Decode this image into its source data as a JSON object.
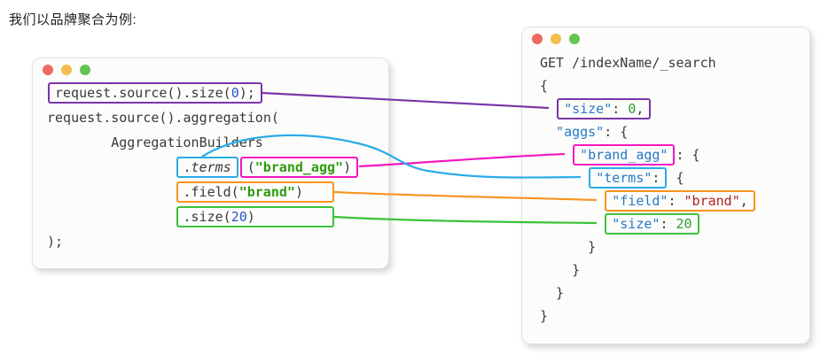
{
  "title": "我们以品牌聚合为例:",
  "colors": {
    "purple": "#7a35a8",
    "magenta": "#f316c1",
    "blue": "#2aabe8",
    "orange": "#f7941e",
    "green": "#3cc23c",
    "traffic_red": "#ee6a5f",
    "traffic_yellow": "#f5bd4f",
    "traffic_green": "#62c554"
  },
  "token_styles": {
    "p": {
      "color": "#3a3a3a"
    },
    "n": {
      "color": "#2a56c6"
    },
    "s": {
      "color": "#2e9b0f",
      "bold": true
    },
    "i": {
      "color": "#3a3a3a",
      "italic": true
    },
    "k": {
      "color": "#2779c7"
    },
    "jn": {
      "color": "#2e9b33"
    },
    "js": {
      "color": "#b22222"
    }
  },
  "left_window": {
    "name": "java-aggregation-code",
    "lines": [
      {
        "chunks": [
          {
            "box": "purple",
            "parts": [
              {
                "t": "request.source().size(",
                "s": "p"
              },
              {
                "t": "0",
                "s": "n"
              },
              {
                "t": ");",
                "s": "p"
              }
            ]
          }
        ]
      },
      {
        "chunks": [
          {
            "parts": [
              {
                "t": "request.source().aggregation(",
                "s": "p"
              }
            ]
          }
        ]
      },
      {
        "chunks": [
          {
            "parts": [
              {
                "t": "        AggregationBuilders",
                "s": "p"
              }
            ]
          }
        ]
      },
      {
        "chunks": [
          {
            "parts": [
              {
                "t": "                ",
                "s": "p"
              }
            ]
          },
          {
            "box": "blue",
            "parts": [
              {
                "t": ".",
                "s": "p"
              },
              {
                "t": "terms",
                "s": "i"
              }
            ]
          },
          {
            "box": "magenta",
            "parts": [
              {
                "t": "(",
                "s": "p"
              },
              {
                "t": "\"brand_agg\"",
                "s": "s"
              },
              {
                "t": ")",
                "s": "p"
              }
            ]
          }
        ]
      },
      {
        "chunks": [
          {
            "parts": [
              {
                "t": "                ",
                "s": "p"
              }
            ]
          },
          {
            "box": "orange",
            "parts": [
              {
                "t": ".field(",
                "s": "p"
              },
              {
                "t": "\"brand\"",
                "s": "s"
              },
              {
                "t": ")",
                "s": "p"
              }
            ]
          }
        ]
      },
      {
        "chunks": [
          {
            "parts": [
              {
                "t": "                ",
                "s": "p"
              }
            ]
          },
          {
            "box": "green",
            "parts": [
              {
                "t": ".size(",
                "s": "p"
              },
              {
                "t": "20",
                "s": "n"
              },
              {
                "t": ")",
                "s": "p"
              }
            ]
          }
        ]
      },
      {
        "chunks": [
          {
            "parts": [
              {
                "t": ");",
                "s": "p"
              }
            ]
          }
        ]
      }
    ]
  },
  "right_window": {
    "name": "elasticsearch-dsl-query",
    "lines": [
      {
        "chunks": [
          {
            "parts": [
              {
                "t": "GET /indexName/_search",
                "s": "p"
              }
            ]
          }
        ]
      },
      {
        "chunks": [
          {
            "parts": [
              {
                "t": "{",
                "s": "p"
              }
            ]
          }
        ]
      },
      {
        "chunks": [
          {
            "parts": [
              {
                "t": "  ",
                "s": "p"
              }
            ]
          },
          {
            "box": "purple",
            "parts": [
              {
                "t": "\"size\"",
                "s": "k"
              },
              {
                "t": ": ",
                "s": "p"
              },
              {
                "t": "0",
                "s": "jn"
              },
              {
                "t": ",",
                "s": "p"
              }
            ]
          }
        ]
      },
      {
        "chunks": [
          {
            "parts": [
              {
                "t": "  ",
                "s": "p"
              },
              {
                "t": "\"aggs\"",
                "s": "k"
              },
              {
                "t": ": {",
                "s": "p"
              }
            ]
          }
        ]
      },
      {
        "chunks": [
          {
            "parts": [
              {
                "t": "    ",
                "s": "p"
              }
            ]
          },
          {
            "box": "magenta",
            "parts": [
              {
                "t": "\"brand_agg\"",
                "s": "k"
              }
            ]
          },
          {
            "parts": [
              {
                "t": ": {",
                "s": "p"
              }
            ]
          }
        ]
      },
      {
        "chunks": [
          {
            "parts": [
              {
                "t": "      ",
                "s": "p"
              }
            ]
          },
          {
            "box": "blue",
            "parts": [
              {
                "t": "\"terms\"",
                "s": "k"
              },
              {
                "t": ":",
                "s": "p"
              }
            ]
          },
          {
            "parts": [
              {
                "t": " {",
                "s": "p"
              }
            ]
          }
        ]
      },
      {
        "chunks": [
          {
            "parts": [
              {
                "t": "        ",
                "s": "p"
              }
            ]
          },
          {
            "box": "orange",
            "parts": [
              {
                "t": "\"field\"",
                "s": "k"
              },
              {
                "t": ": ",
                "s": "p"
              },
              {
                "t": "\"brand\"",
                "s": "js"
              },
              {
                "t": ",",
                "s": "p"
              }
            ]
          }
        ]
      },
      {
        "chunks": [
          {
            "parts": [
              {
                "t": "        ",
                "s": "p"
              }
            ]
          },
          {
            "box": "green",
            "parts": [
              {
                "t": "\"size\"",
                "s": "k"
              },
              {
                "t": ": ",
                "s": "p"
              },
              {
                "t": "20",
                "s": "jn"
              }
            ]
          }
        ]
      },
      {
        "chunks": [
          {
            "parts": [
              {
                "t": "      }",
                "s": "p"
              }
            ]
          }
        ]
      },
      {
        "chunks": [
          {
            "parts": [
              {
                "t": "    }",
                "s": "p"
              }
            ]
          }
        ]
      },
      {
        "chunks": [
          {
            "parts": [
              {
                "t": "  }",
                "s": "p"
              }
            ]
          }
        ]
      },
      {
        "chunks": [
          {
            "parts": [
              {
                "t": "}",
                "s": "p"
              }
            ]
          }
        ]
      }
    ]
  },
  "arrows": [
    {
      "name": "size-mapping",
      "color": "purple"
    },
    {
      "name": "brand-agg-mapping",
      "color": "magenta"
    },
    {
      "name": "terms-mapping",
      "color": "blue"
    },
    {
      "name": "field-mapping",
      "color": "orange"
    },
    {
      "name": "size-20-mapping",
      "color": "green"
    }
  ]
}
